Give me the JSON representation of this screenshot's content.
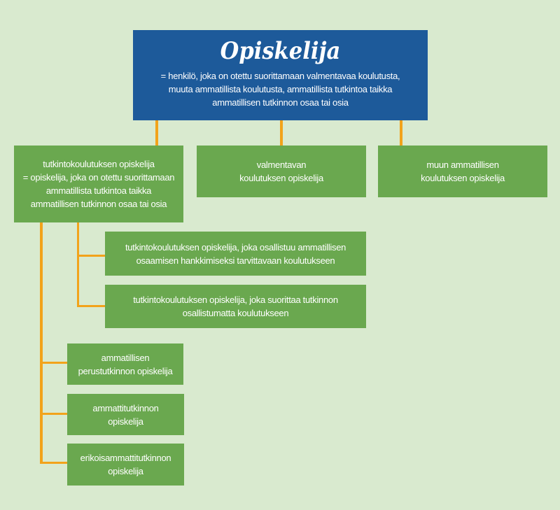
{
  "root": {
    "title": "Opiskelija",
    "description": "= henkilö, joka on otettu suorittamaan valmentavaa koulutusta,\nmuuta ammatillista koulutusta, ammatillista tutkintoa taikka\nammatillisen tutkinnon osaa tai osia"
  },
  "level1": {
    "degree_student": "tutkintokoulutuksen opiskelija\n= opiskelija, joka on otettu suorittamaan\nammatillista tutkintoa taikka\nammatillisen tutkinnon osaa tai osia",
    "preparatory_student": "valmentavan\nkoulutuksen opiskelija",
    "other_student": "muun ammatillisen\nkoulutuksen opiskelija"
  },
  "level2": {
    "participating": "tutkintokoulutuksen opiskelija, joka osallistuu ammatillisen\nosaamisen hankkimiseksi tarvittavaan koulutukseen",
    "not_participating": "tutkintokoulutuksen opiskelija, joka suorittaa tutkinnon\nosallistumatta koulutukseen"
  },
  "level3": {
    "vocational_upper_secondary": "ammatillisen\nperustutkinnon opiskelija",
    "further_vocational": "ammattitutkinnon\nopiskelija",
    "specialist_vocational": "erikoisammattitutkinnon\nopiskelija"
  },
  "colors": {
    "background": "#d9eacf",
    "root_box": "#1d5a9a",
    "child_box": "#6aa84f",
    "connector": "#f2a31b",
    "text": "#ffffff"
  }
}
